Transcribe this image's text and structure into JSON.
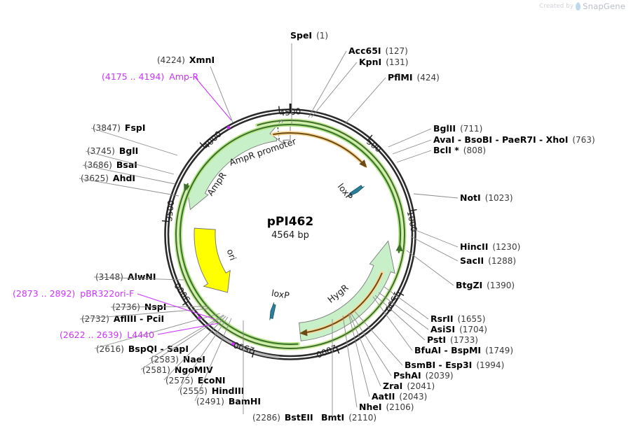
{
  "watermark": {
    "created_by": "Created by",
    "brand": "SnapGene"
  },
  "plasmid": {
    "name": "pPI462",
    "size": "4564 bp",
    "length_bp": 4564
  },
  "ruler_ticks": [
    {
      "label": "500",
      "pos": 500
    },
    {
      "label": "1000",
      "pos": 1000
    },
    {
      "label": "1500",
      "pos": 1500
    },
    {
      "label": "2000",
      "pos": 2000
    },
    {
      "label": "2500",
      "pos": 2500
    },
    {
      "label": "3000",
      "pos": 3000
    },
    {
      "label": "3500",
      "pos": 3500
    },
    {
      "label": "4000",
      "pos": 4000
    },
    {
      "label": "4500",
      "pos": 4500
    }
  ],
  "features": [
    {
      "label": "AmpR",
      "color": "#c8f0c8",
      "start": 3600,
      "end": 4460,
      "direction": "ccw",
      "kind": "cds"
    },
    {
      "label": "AmpR promoter",
      "color": "#ffffff",
      "start": 4461,
      "end": 4564,
      "direction": "ccw",
      "kind": "promoter"
    },
    {
      "label": "HygR",
      "color": "#c8f0c8",
      "start": 1190,
      "end": 2210,
      "direction": "ccw",
      "kind": "cds"
    },
    {
      "label": "ori",
      "color": "#ffff00",
      "start": 2870,
      "end": 3460,
      "direction": "ccw",
      "kind": "rep_origin"
    },
    {
      "label": "loxP",
      "color": "#2a7e99",
      "start": 700,
      "end": 734,
      "direction": "cw",
      "kind": "misc"
    },
    {
      "label": "loxP",
      "color": "#2a7e99",
      "start": 2430,
      "end": 2464,
      "direction": "cw",
      "kind": "misc"
    }
  ],
  "primers": [
    {
      "label": "Amp-R",
      "range": "(4175 .. 4194)",
      "color": "#cc33ff",
      "start": 4175,
      "end": 4194
    },
    {
      "label": "pBR322ori-F",
      "range": "(2873 .. 2892)",
      "color": "#cc33ff",
      "start": 2873,
      "end": 2892
    },
    {
      "label": "L4440",
      "range": "(2622 .. 2639)",
      "color": "#cc33ff",
      "start": 2622,
      "end": 2639
    }
  ],
  "sites": [
    {
      "name": "SpeI",
      "pos": "(1)",
      "bp": 1,
      "side": "top"
    },
    {
      "name": "Acc65I",
      "pos": "(127)",
      "bp": 127,
      "side": "top"
    },
    {
      "name": "KpnI",
      "pos": "(131)",
      "bp": 131,
      "side": "top"
    },
    {
      "name": "PflMI",
      "pos": "(424)",
      "bp": 424,
      "side": "top"
    },
    {
      "name": "BglII",
      "pos": "(711)",
      "bp": 711,
      "side": "right"
    },
    {
      "name": "AvaI  -  BsoBI  -  PaeR7I  -  XhoI",
      "pos": "(763)",
      "bp": 763,
      "side": "right"
    },
    {
      "name": "BclI *",
      "pos": "(808)",
      "bp": 808,
      "side": "right"
    },
    {
      "name": "NotI",
      "pos": "(1023)",
      "bp": 1023,
      "side": "right"
    },
    {
      "name": "HincII",
      "pos": "(1230)",
      "bp": 1230,
      "side": "right"
    },
    {
      "name": "SacII",
      "pos": "(1288)",
      "bp": 1288,
      "side": "right"
    },
    {
      "name": "BtgZI",
      "pos": "(1390)",
      "bp": 1390,
      "side": "right"
    },
    {
      "name": "RsrII",
      "pos": "(1655)",
      "bp": 1655,
      "side": "right"
    },
    {
      "name": "AsiSI",
      "pos": "(1704)",
      "bp": 1704,
      "side": "right"
    },
    {
      "name": "PstI",
      "pos": "(1733)",
      "bp": 1733,
      "side": "right"
    },
    {
      "name": "BfuAI  -  BspMI",
      "pos": "(1749)",
      "bp": 1749,
      "side": "right"
    },
    {
      "name": "BsmBI  -  Esp3I",
      "pos": "(1994)",
      "bp": 1994,
      "side": "right"
    },
    {
      "name": "PshAI",
      "pos": "(2039)",
      "bp": 2039,
      "side": "right"
    },
    {
      "name": "ZraI",
      "pos": "(2041)",
      "bp": 2041,
      "side": "right"
    },
    {
      "name": "AatII",
      "pos": "(2043)",
      "bp": 2043,
      "side": "right"
    },
    {
      "name": "NheI",
      "pos": "(2106)",
      "bp": 2106,
      "side": "right"
    },
    {
      "name": "BmtI",
      "pos": "(2110)",
      "bp": 2110,
      "side": "bottom"
    },
    {
      "name": "BstEII",
      "pos": "(2286)",
      "bp": 2286,
      "side": "bottom"
    },
    {
      "name": "BamHI",
      "pos": "(2491)",
      "bp": 2491,
      "side": "left"
    },
    {
      "name": "HindIII",
      "pos": "(2555)",
      "bp": 2555,
      "side": "left"
    },
    {
      "name": "EcoNI",
      "pos": "(2575)",
      "bp": 2575,
      "side": "left"
    },
    {
      "name": "NgoMIV",
      "pos": "(2581)",
      "bp": 2581,
      "side": "left"
    },
    {
      "name": "NaeI",
      "pos": "(2583)",
      "bp": 2583,
      "side": "left"
    },
    {
      "name": "BspQI  -  SapI",
      "pos": "(2616)",
      "bp": 2616,
      "side": "left"
    },
    {
      "name": "AflIII  -  PciI",
      "pos": "(2732)",
      "bp": 2732,
      "side": "left"
    },
    {
      "name": "NspI",
      "pos": "(2736)",
      "bp": 2736,
      "side": "left"
    },
    {
      "name": "AlwNI",
      "pos": "(3148)",
      "bp": 3148,
      "side": "left"
    },
    {
      "name": "AhdI",
      "pos": "(3625)",
      "bp": 3625,
      "side": "left"
    },
    {
      "name": "BsaI",
      "pos": "(3686)",
      "bp": 3686,
      "side": "left"
    },
    {
      "name": "BglI",
      "pos": "(3745)",
      "bp": 3745,
      "side": "left"
    },
    {
      "name": "FspI",
      "pos": "(3847)",
      "bp": 3847,
      "side": "left"
    },
    {
      "name": "XmnI",
      "pos": "(4224)",
      "bp": 4224,
      "side": "left"
    }
  ],
  "colors": {
    "backbone": "#2b2b2b",
    "feature_green": "#c8f0c8",
    "feature_green_edge": "#7bbd7b",
    "feature_yellow": "#ffff00",
    "loxp_teal": "#2a7e99",
    "primer_purple": "#cc33ff",
    "arc_orange": "#f0a73a",
    "arc_green": "#4faa4f",
    "leader_gray": "#8a8a8a"
  }
}
